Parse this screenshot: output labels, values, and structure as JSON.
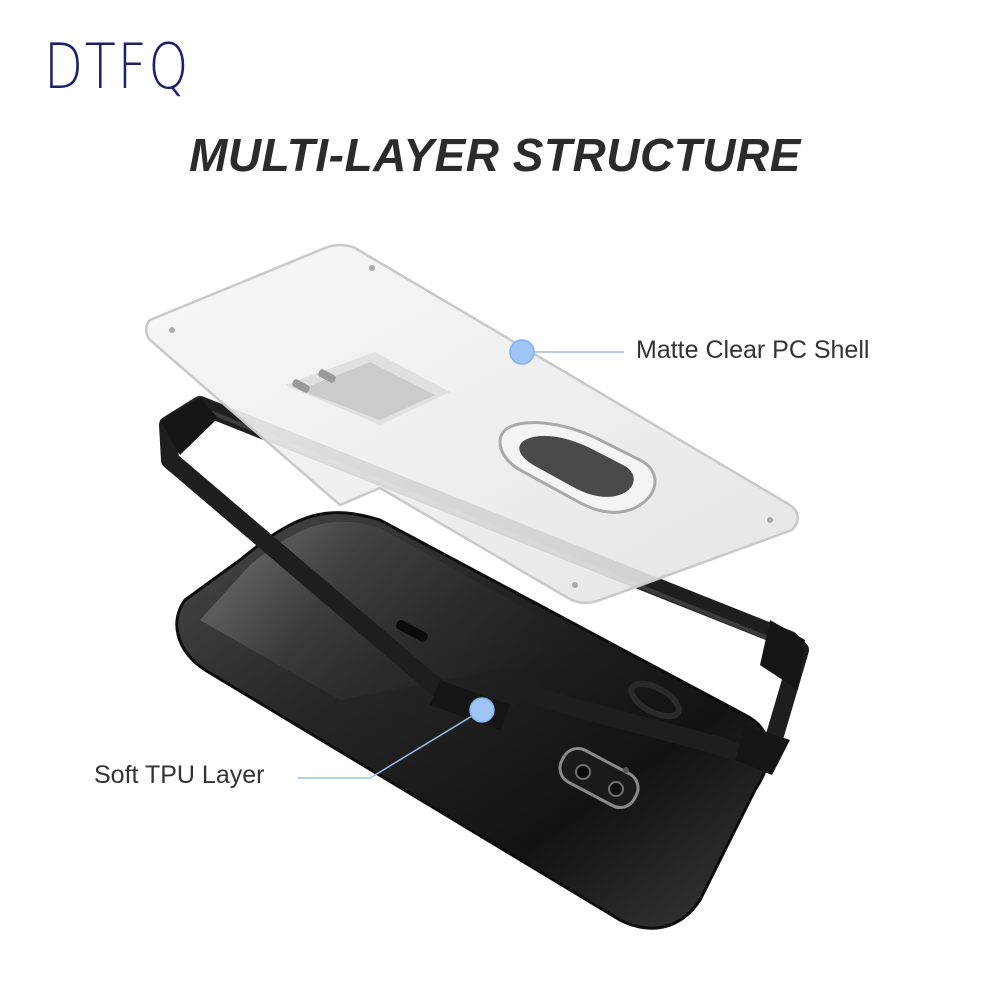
{
  "brand": {
    "logo_text": "DTFQ",
    "logo_color": "#1c1f6e"
  },
  "headline": "MULTI-LAYER STRUCTURE",
  "callouts": [
    {
      "label": "Matte Clear PC Shell",
      "dot_color": "#9ec5f5"
    },
    {
      "label": "Soft TPU Layer",
      "dot_color": "#9ec5f5"
    }
  ],
  "colors": {
    "background": "#ffffff",
    "headline": "#2b2b2b",
    "label": "#333333",
    "leader_line": "#9bbde6",
    "phone_body": "#222222",
    "tpu_frame": "#1e1e1e"
  }
}
